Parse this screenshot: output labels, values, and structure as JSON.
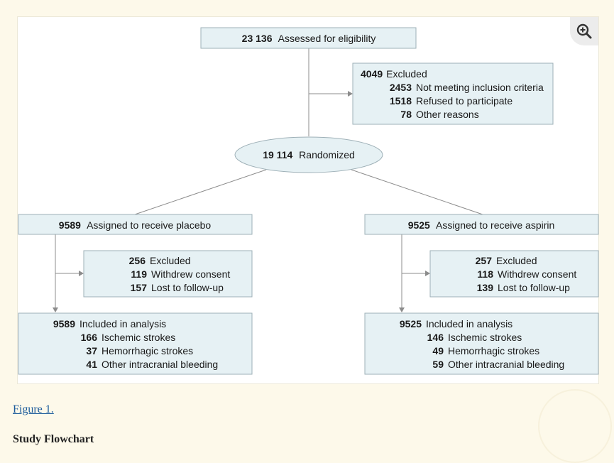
{
  "flowchart": {
    "eligibility": {
      "count": "23 136",
      "label": "Assessed for eligibility"
    },
    "excluded": {
      "count": "4049",
      "label": "Excluded",
      "items": [
        {
          "count": "2453",
          "label": "Not meeting inclusion criteria"
        },
        {
          "count": "1518",
          "label": "Refused to participate"
        },
        {
          "count": "78",
          "label": "Other reasons"
        }
      ]
    },
    "randomized": {
      "count": "19 114",
      "label": "Randomized"
    },
    "placebo": {
      "assigned": {
        "count": "9589",
        "label": "Assigned to receive placebo"
      },
      "excluded": {
        "count": "256",
        "label": "Excluded",
        "items": [
          {
            "count": "119",
            "label": "Withdrew consent"
          },
          {
            "count": "157",
            "label": "Lost to follow-up"
          }
        ]
      },
      "analysis": {
        "count": "9589",
        "label": "Included in analysis",
        "items": [
          {
            "count": "166",
            "label": "Ischemic strokes"
          },
          {
            "count": "37",
            "label": "Hemorrhagic strokes"
          },
          {
            "count": "41",
            "label": "Other intracranial bleeding"
          }
        ]
      }
    },
    "aspirin": {
      "assigned": {
        "count": "9525",
        "label": "Assigned to receive aspirin"
      },
      "excluded": {
        "count": "257",
        "label": "Excluded",
        "items": [
          {
            "count": "118",
            "label": "Withdrew consent"
          },
          {
            "count": "139",
            "label": "Lost to follow-up"
          }
        ]
      },
      "analysis": {
        "count": "9525",
        "label": "Included in analysis",
        "items": [
          {
            "count": "146",
            "label": "Ischemic strokes"
          },
          {
            "count": "49",
            "label": "Hemorrhagic strokes"
          },
          {
            "count": "59",
            "label": "Other intracranial bleeding"
          }
        ]
      }
    }
  },
  "caption": {
    "link": "Figure 1.",
    "title": "Study Flowchart"
  },
  "zoom": {
    "icon": "zoom-in-icon"
  }
}
